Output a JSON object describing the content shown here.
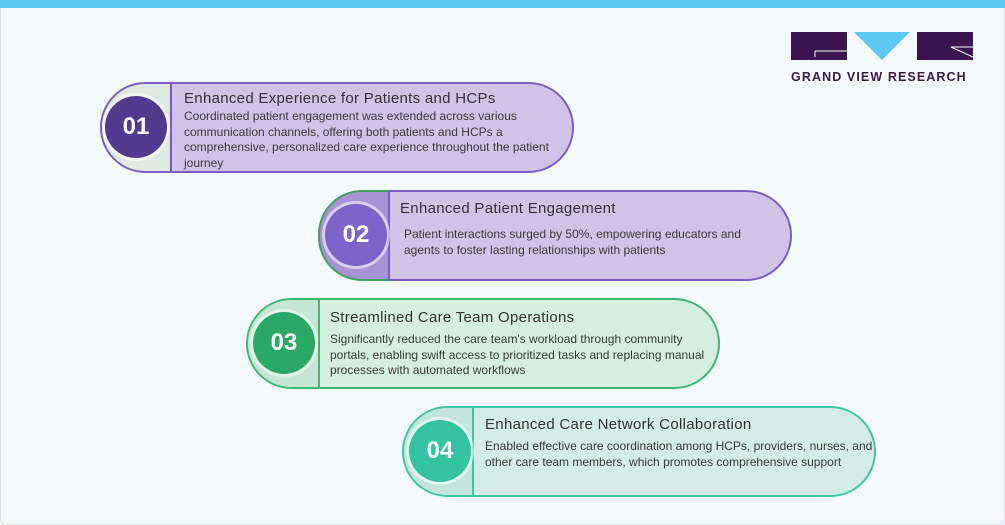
{
  "logo": {
    "text": "GRAND VIEW RESEARCH"
  },
  "items": [
    {
      "number": "01",
      "title": "Enhanced Experience for Patients and HCPs",
      "body": "Coordinated patient engagement was extended across various communication channels, offering both patients and HCPs a comprehensive, personalized care experience throughout the patient journey"
    },
    {
      "number": "02",
      "title": "Enhanced Patient Engagement",
      "body": "Patient interactions surged by 50%, empowering educators and agents to foster lasting relationships with patients"
    },
    {
      "number": "03",
      "title": "Streamlined Care Team Operations",
      "body": "Significantly reduced the care team's workload through community portals, enabling swift access to prioritized tasks and replacing manual processes with automated workflows"
    },
    {
      "number": "04",
      "title": "Enhanced Care Network Collaboration",
      "body": "Enabled effective care coordination among HCPs, providers, nurses, and other care team members, which promotes comprehensive support"
    }
  ],
  "colors": {
    "purple_dark": "#523a8f",
    "purple": "#7b63c7",
    "green": "#2aa866",
    "teal": "#33c3a0"
  }
}
